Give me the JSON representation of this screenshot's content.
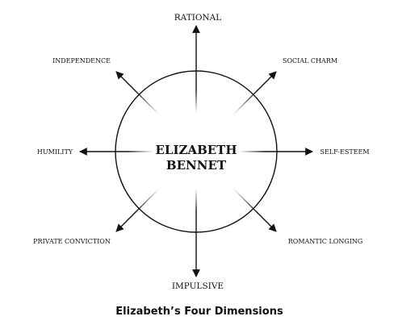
{
  "center": {
    "line1": "ELIZABETH",
    "line2": "BENNET"
  },
  "labels": {
    "top": "RATIONAL",
    "bottom": "IMPULSIVE",
    "left": "HUMILITY",
    "right": "SELF-ESTEEM",
    "top_left": "INDEPENDENCE",
    "top_right": "SOCIAL CHARM",
    "bottom_left": "PRIVATE CONVICTION",
    "bottom_right": "ROMANTIC LONGING"
  },
  "caption": "Elizabeth’s Four Dimensions",
  "colors": {
    "ink": "#111111",
    "fade": "#c8c8c8",
    "background": "#ffffff"
  }
}
